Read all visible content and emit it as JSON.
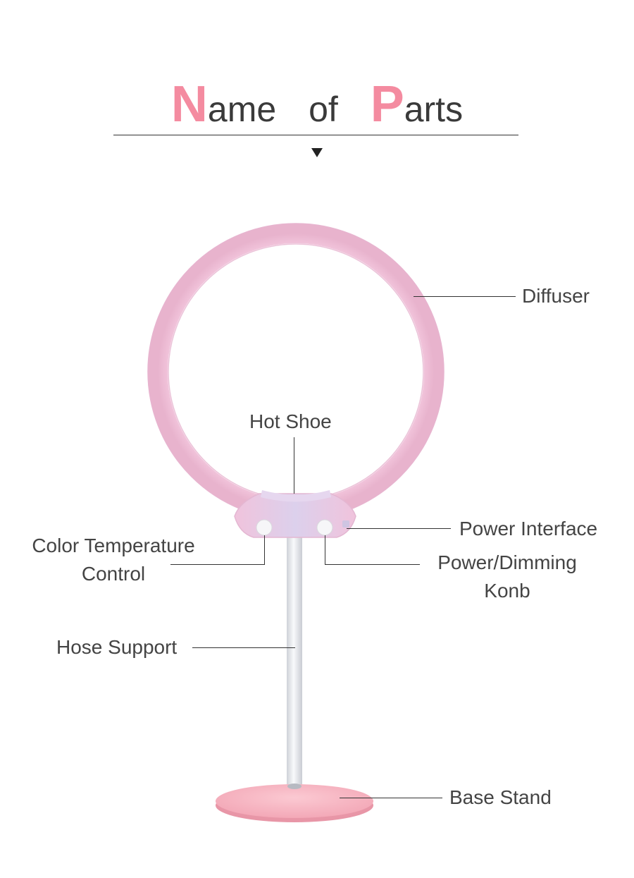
{
  "title": {
    "word1_cap": "N",
    "word1_rest": "ame",
    "word2": "of",
    "word3_cap": "P",
    "word3_rest": "arts"
  },
  "labels": {
    "diffuser": "Diffuser",
    "hot_shoe": "Hot Shoe",
    "power_interface": "Power Interface",
    "color_temp_line1": "Color Temperature",
    "color_temp_line2": "Control",
    "power_dimming_line1": "Power/Dimming",
    "power_dimming_line2": "Konb",
    "hose_support": "Hose Support",
    "base_stand": "Base Stand"
  },
  "colors": {
    "accent": "#f48ba0",
    "ring": "#f4c8dc",
    "base": "#f7b9c4",
    "pole": "#e2e4e8",
    "text": "#444444"
  }
}
